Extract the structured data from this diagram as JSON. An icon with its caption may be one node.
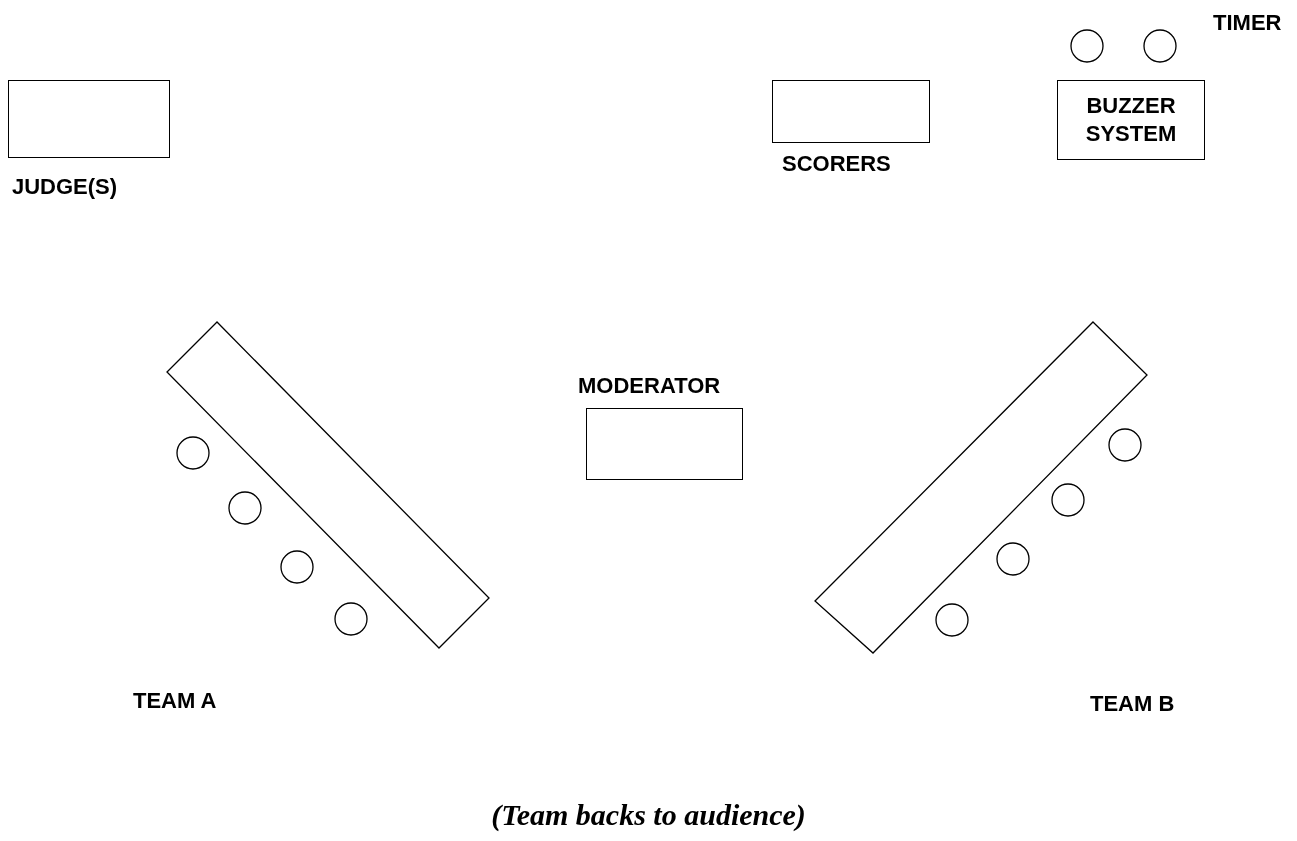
{
  "diagram": {
    "caption": "(Team backs to audience)",
    "nodes": [
      {
        "text": [
          "JUDGE(S)"
        ]
      },
      {
        "text": [
          "SCORERS"
        ]
      },
      {
        "text": [
          "BUZZER SYSTEM"
        ]
      },
      {
        "text": [
          "MODERATOR"
        ]
      },
      {
        "text": [
          "TEAM A"
        ]
      },
      {
        "text": [
          "TEAM B"
        ]
      }
    ],
    "labels": [
      "TIMER"
    ]
  }
}
